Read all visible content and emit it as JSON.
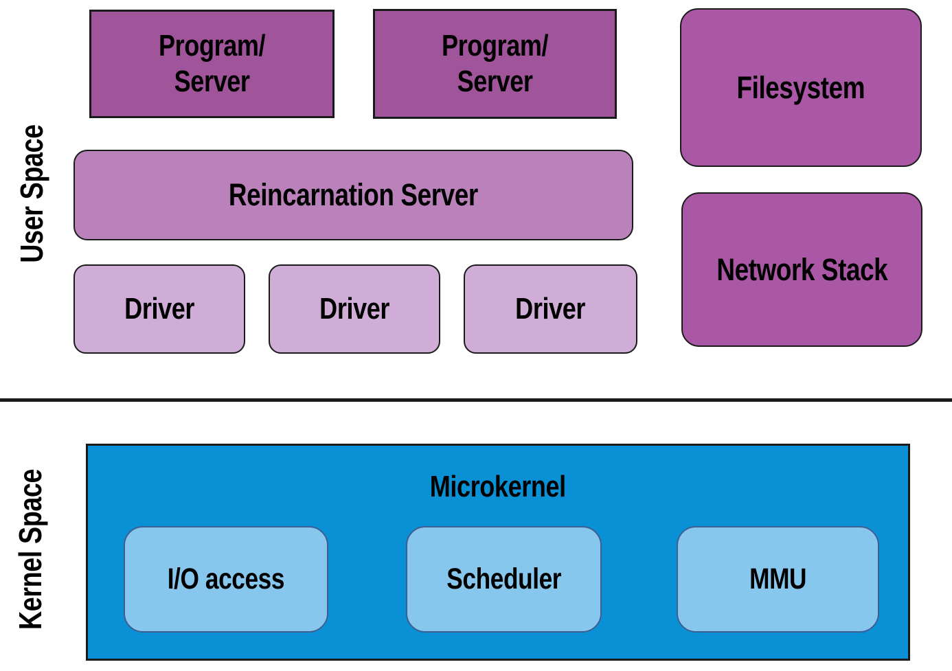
{
  "sections": {
    "user_space": {
      "label": "User Space",
      "boxes": {
        "program_server_1": {
          "label": "Program/\nServer"
        },
        "program_server_2": {
          "label": "Program/\nServer"
        },
        "filesystem": {
          "label": "Filesystem"
        },
        "network_stack": {
          "label": "Network Stack"
        },
        "reincarnation_server": {
          "label": "Reincarnation Server"
        },
        "driver_1": {
          "label": "Driver"
        },
        "driver_2": {
          "label": "Driver"
        },
        "driver_3": {
          "label": "Driver"
        }
      }
    },
    "kernel_space": {
      "label": "Kernel Space",
      "microkernel": {
        "label": "Microkernel",
        "boxes": {
          "io_access": {
            "label": "I/O access"
          },
          "scheduler": {
            "label": "Scheduler"
          },
          "mmu": {
            "label": "MMU"
          }
        }
      }
    }
  },
  "colors": {
    "purple_dark": "#a0549a",
    "purple_bright": "#aa58a5",
    "purple_mid": "#ba81ba",
    "purple_light": "#cfadd7",
    "blue": "#0990d5",
    "blue_light": "#87c7ee",
    "blue_border": "#3f5e94",
    "border_dark": "#1a1a1a"
  }
}
